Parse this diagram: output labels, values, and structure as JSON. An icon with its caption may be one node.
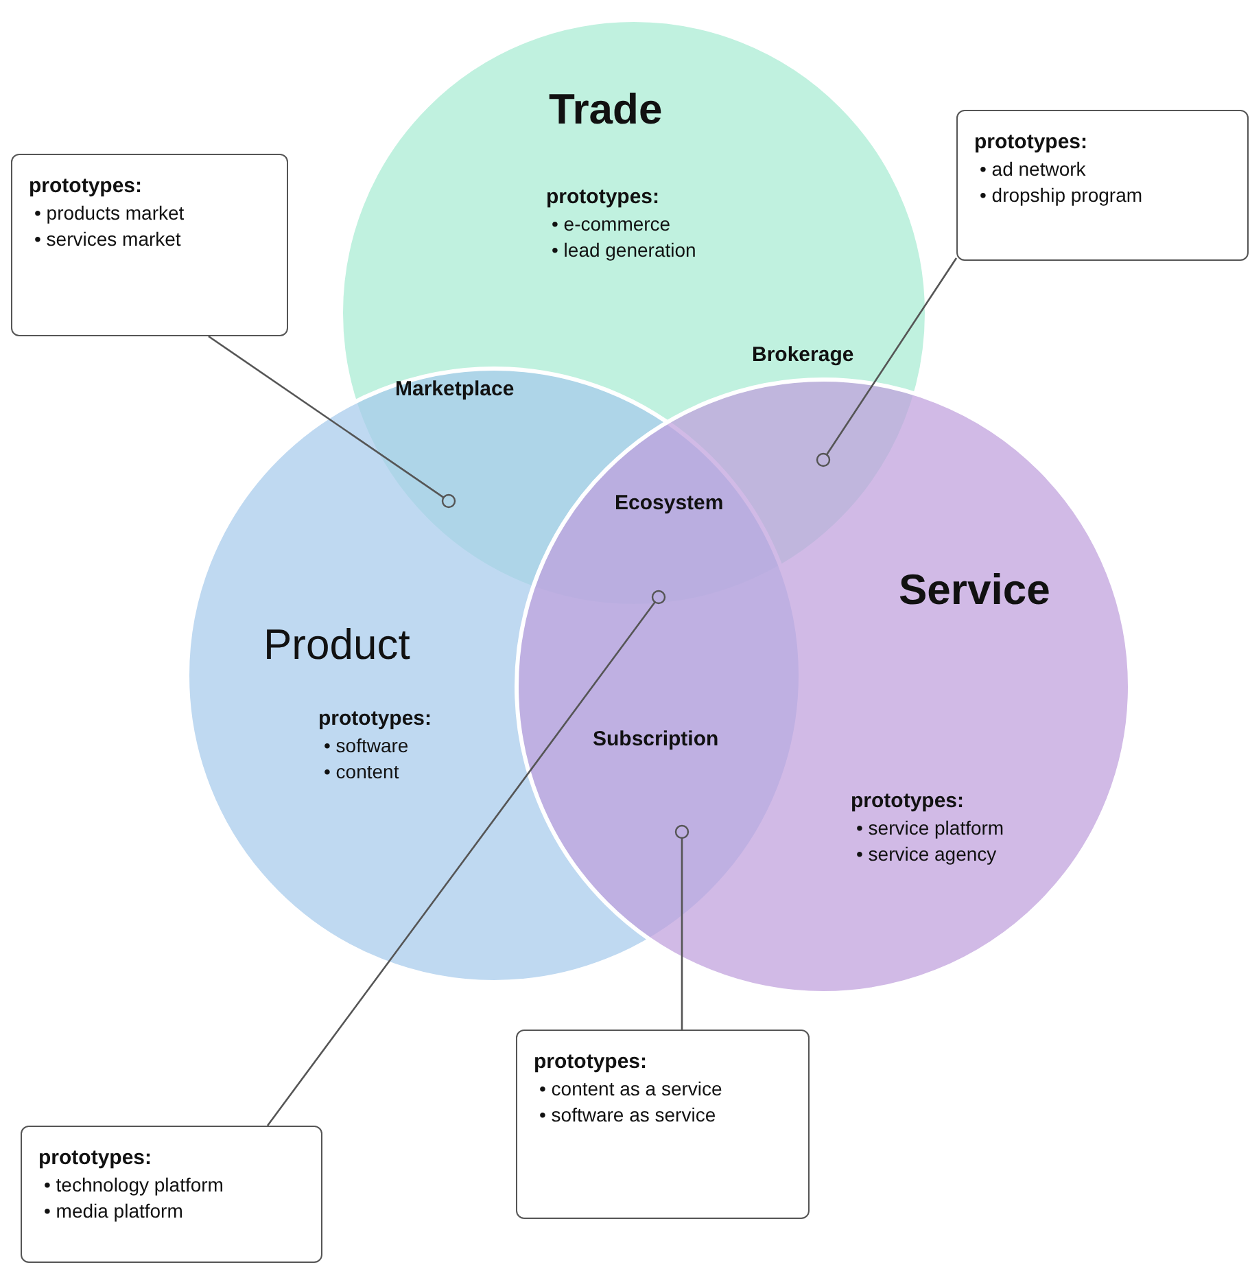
{
  "diagram": {
    "nodes": [
      {
        "text": [
          "Trade",
          "prototypes:",
          "• e-commerce",
          "• lead generation"
        ]
      },
      {
        "text": [
          "Product",
          "prototypes:",
          "• software",
          "• content"
        ]
      },
      {
        "text": [
          "Service",
          "prototypes:",
          "• service platform",
          "• service agency"
        ]
      },
      {
        "text": [
          "prototypes:",
          "• products market",
          "• services market"
        ]
      },
      {
        "text": [
          "prototypes:",
          "• ad network",
          "• dropship program"
        ]
      },
      {
        "text": [
          "prototypes:",
          "• technology platform",
          "• media platform"
        ]
      },
      {
        "text": [
          "prototypes:",
          "• content as a service",
          "• software as service"
        ]
      },
      {
        "text": [],
        "shape": "circle"
      },
      {
        "text": [],
        "shape": "circle"
      },
      {
        "text": [],
        "shape": "circle"
      },
      {
        "text": [],
        "shape": "circle"
      }
    ],
    "edges": [
      {
        "from": 3,
        "to": 7,
        "arrow": "none"
      },
      {
        "from": 4,
        "to": 8,
        "arrow": "none"
      },
      {
        "from": 5,
        "to": 9,
        "arrow": "none"
      },
      {
        "from": 6,
        "to": 10,
        "arrow": "none"
      }
    ],
    "labels": [
      "Marketplace",
      "Brokerage",
      "Ecosystem",
      "Subscription"
    ]
  }
}
